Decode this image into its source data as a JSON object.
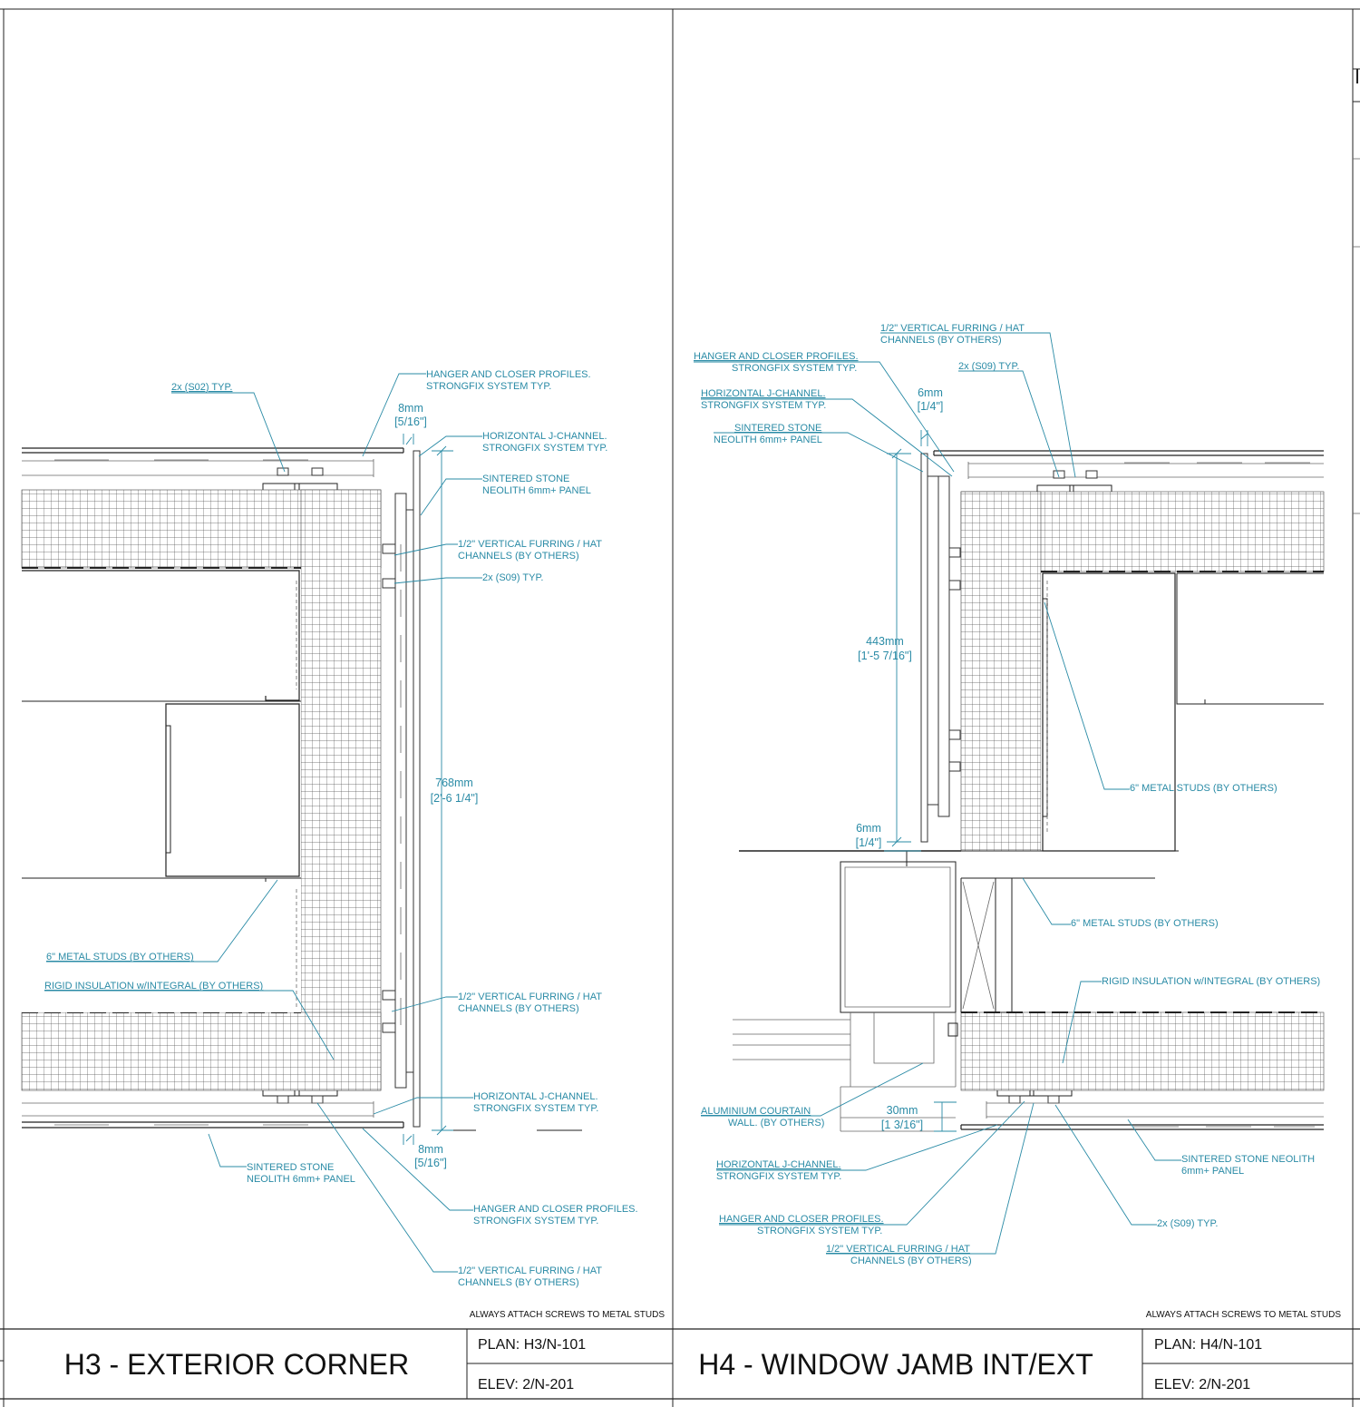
{
  "sheet": {
    "general_note_left": "ALWAYS ATTACH SCREWS TO METAL STUDS",
    "general_note_right": "ALWAYS ATTACH SCREWS TO METAL STUDS"
  },
  "details": [
    {
      "title": "H3 - EXTERIOR CORNER",
      "plan_ref": "PLAN: H3/N-101",
      "elev_ref": "ELEV: 2/N-201",
      "notes": {
        "s02": "2x (S02) TYP.",
        "hanger_top_1": "HANGER AND CLOSER PROFILES.",
        "hanger_top_2": "STRONGFIX SYSTEM TYP.",
        "jch_top_1": "HORIZONTAL J-CHANNEL.",
        "jch_top_2": "STRONGFIX SYSTEM TYP.",
        "stone_top_1": "SINTERED STONE",
        "stone_top_2": "NEOLITH 6mm+ PANEL",
        "furr_top_1": "1/2\" VERTICAL FURRING / HAT",
        "furr_top_2": "CHANNELS (BY OTHERS)",
        "s09": "2x (S09) TYP.",
        "studs": "6\" METAL STUDS (BY OTHERS)",
        "insul": "RIGID INSULATION w/INTEGRAL (BY OTHERS)",
        "furr_mid_1": "1/2\" VERTICAL FURRING / HAT",
        "furr_mid_2": "CHANNELS (BY OTHERS)",
        "jch_bot_1": "HORIZONTAL J-CHANNEL.",
        "jch_bot_2": "STRONGFIX SYSTEM TYP.",
        "stone_bot_1": "SINTERED STONE",
        "stone_bot_2": "NEOLITH 6mm+ PANEL",
        "hanger_bot_1": "HANGER AND CLOSER PROFILES.",
        "hanger_bot_2": "STRONGFIX SYSTEM TYP.",
        "furr_bot_1": "1/2\" VERTICAL FURRING / HAT",
        "furr_bot_2": "CHANNELS (BY OTHERS)"
      },
      "dims": {
        "gap_top_mm": "8mm",
        "gap_top_in": "[5/16\"]",
        "height_mm": "768mm",
        "height_in": "[2'-6 1/4\"]",
        "gap_bot_mm": "8mm",
        "gap_bot_in": "[5/16\"]"
      }
    },
    {
      "title": "H4 - WINDOW JAMB INT/EXT",
      "plan_ref": "PLAN: H4/N-101",
      "elev_ref": "ELEV: 2/N-201",
      "notes": {
        "furr_top_1": "1/2\" VERTICAL FURRING / HAT",
        "furr_top_2": "CHANNELS (BY OTHERS)",
        "hanger_top_1": "HANGER AND CLOSER PROFILES.",
        "hanger_top_2": "STRONGFIX SYSTEM TYP.",
        "s09_top": "2x (S09) TYP.",
        "jch_top_1": "HORIZONTAL J-CHANNEL.",
        "jch_top_2": "STRONGFIX SYSTEM TYP.",
        "stone_top_1": "SINTERED STONE",
        "stone_top_2": "NEOLITH 6mm+ PANEL",
        "studs_1": "6\" METAL STUDS (BY OTHERS)",
        "studs_2": "6\" METAL STUDS (BY OTHERS)",
        "insul": "RIGID INSULATION w/INTEGRAL (BY OTHERS)",
        "acw_1": "ALUMINIUM COURTAIN",
        "acw_2": "WALL. (BY OTHERS)",
        "jch_bot_1": "HORIZONTAL J-CHANNEL.",
        "jch_bot_2": "STRONGFIX SYSTEM TYP.",
        "stone_bot_1": "SINTERED STONE NEOLITH",
        "stone_bot_2": "6mm+ PANEL",
        "hanger_bot_1": "HANGER AND CLOSER PROFILES.",
        "hanger_bot_2": "STRONGFIX SYSTEM TYP.",
        "s09_bot": "2x (S09) TYP.",
        "furr_bot_1": "1/2\" VERTICAL FURRING / HAT",
        "furr_bot_2": "CHANNELS (BY OTHERS)"
      },
      "dims": {
        "gap_top_mm": "6mm",
        "gap_top_in": "[1/4\"]",
        "height_mm": "443mm",
        "height_in": "[1'-5 7/16\"]",
        "gap_bot_mm": "6mm",
        "gap_bot_in": "[1/4\"]",
        "frame_mm": "30mm",
        "frame_in": "[1 3/16\"]"
      }
    }
  ],
  "colors": {
    "annotation": "#2a8ba6",
    "linework": "#222222",
    "title": "#111111"
  }
}
